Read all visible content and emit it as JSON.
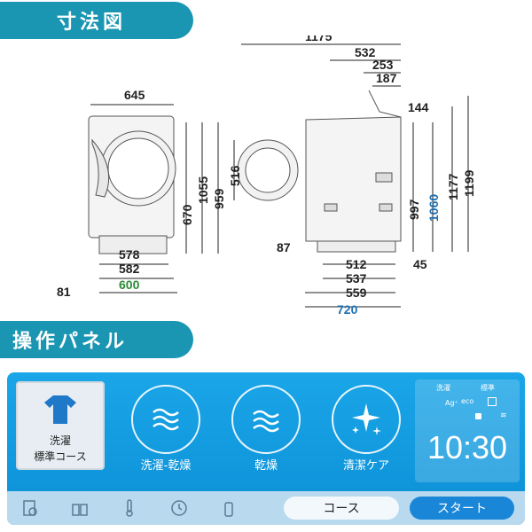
{
  "sections": {
    "dimensions_title": "寸法図",
    "panel_title": "操作パネル"
  },
  "dimensions": {
    "front_width": "645",
    "front_height_total": "1055",
    "front_height_door_top": "959",
    "front_height_door_center": "670",
    "front_depth_total": "582",
    "front_depth_base": "578",
    "front_depth_open": "600",
    "front_left_offset": "81",
    "door_diameter": "516",
    "side_total_width": "1175",
    "side_width_532": "532",
    "side_width_253": "253",
    "side_width_187": "187",
    "side_top_144": "144",
    "side_height_997": "997",
    "side_height_1060": "1060",
    "side_height_1177": "1177",
    "side_height_1199": "1199",
    "side_bottom_87": "87",
    "side_depth_512": "512",
    "side_depth_537": "537",
    "side_depth_559": "559",
    "side_depth_720": "720",
    "side_right_45": "45"
  },
  "panel": {
    "course_card": {
      "line1": "洗濯",
      "line2": "標準コース"
    },
    "buttons": [
      {
        "label": "洗濯-乾燥"
      },
      {
        "label": "乾燥"
      },
      {
        "label": "清潔ケア"
      }
    ],
    "status": {
      "wash_label": "洗濯",
      "standard_label": "標準",
      "ag_label": "Ag⁺",
      "eco_label": "eco",
      "time": "10:30"
    },
    "bottom_bar": {
      "course_button": "コース",
      "start_button": "スタート"
    },
    "colors": {
      "panel_blue": "#0c8fd6",
      "tab_teal": "#1a96b3",
      "start_blue": "#1a86d8"
    }
  }
}
